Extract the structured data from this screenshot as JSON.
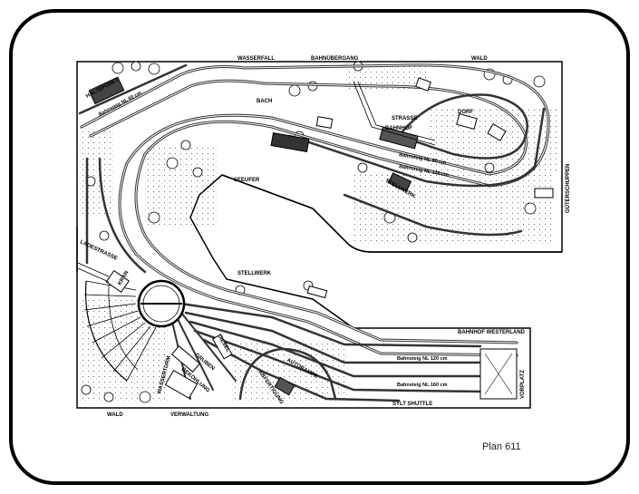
{
  "plan": {
    "caption": "Plan 611"
  },
  "labels": {
    "haltepunkt": "HALTEPUNKT",
    "bahnsteig_nl_60": "Bahnsteig NL 60 cm",
    "wasserfall": "WASSERFALL",
    "bahnuebergang": "BAHNÜBERGANG",
    "wald_top": "WALD",
    "bach": "BACH",
    "strasse": "STRASSE",
    "dorf": "DORF",
    "bahnhof": "BAHNHOF",
    "bahnsteig_nl_80": "Bahnsteig NL 80 cm",
    "bahnsteig_nl_120_top": "Bahnsteig NL 120 cm",
    "stellwerk_top": "STELLWERK",
    "gueterschuppen": "GÜTERSCHUPPEN",
    "seeufer": "SEEUFER",
    "ladestrasse": "LADESTRASSE",
    "kran": "KRAN",
    "stellwerk_mid": "STELLWERK",
    "bahnhof_westerland": "BAHNHOF WESTERLAND",
    "bahnsteig_nl_120_bottom": "Bahnsteig NL 120 cm",
    "bahnsteig_nl_160": "Bahnsteig NL 160 cm",
    "sylt_shuttle": "SYLT SHUTTLE",
    "vorplatz": "VORPLATZ",
    "diesel": "DIESEL",
    "autorampe": "AUTORAMPE",
    "abfertigung": "ABFERTIGUNG",
    "gruben": "GRUBEN",
    "bekohlung": "BEKOHLUNG",
    "wasserturm": "WASSERTURM",
    "wald_bottom": "WALD",
    "verwaltung": "VERWALTUNG"
  }
}
